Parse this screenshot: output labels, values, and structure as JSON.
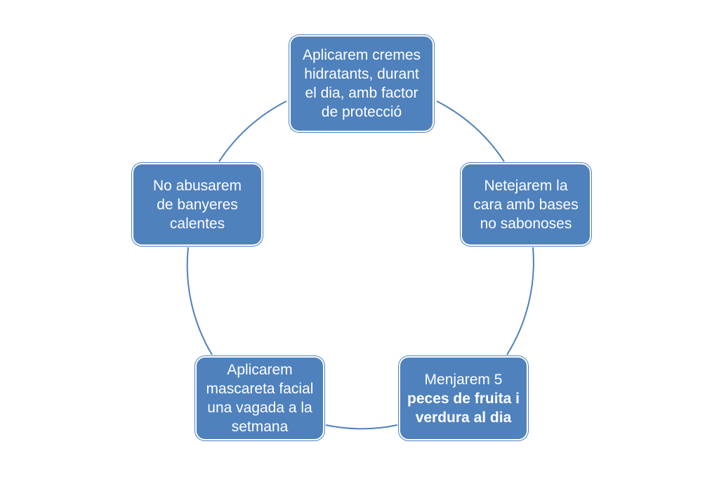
{
  "diagram": {
    "type": "cycle",
    "connector_color": "#4f81bd",
    "box_color": "#4f81bd",
    "text_color": "#ffffff",
    "nodes": [
      {
        "lines": [
          "Aplicarem cremes",
          "hidratants, durant",
          "el dia, amb factor",
          "de protecció"
        ]
      },
      {
        "lines": [
          "Netejarem la",
          "cara amb bases",
          "no sabonoses"
        ]
      },
      {
        "lines": [
          "Menjarem 5"
        ],
        "bold_lines": [
          "peces de fruita i",
          "verdura al dia"
        ]
      },
      {
        "lines": [
          "Aplicarem",
          "mascareta facial",
          "una vagada a la",
          "setmana"
        ]
      },
      {
        "lines": [
          "No abusarem",
          "de banyeres",
          "calentes"
        ]
      }
    ]
  }
}
